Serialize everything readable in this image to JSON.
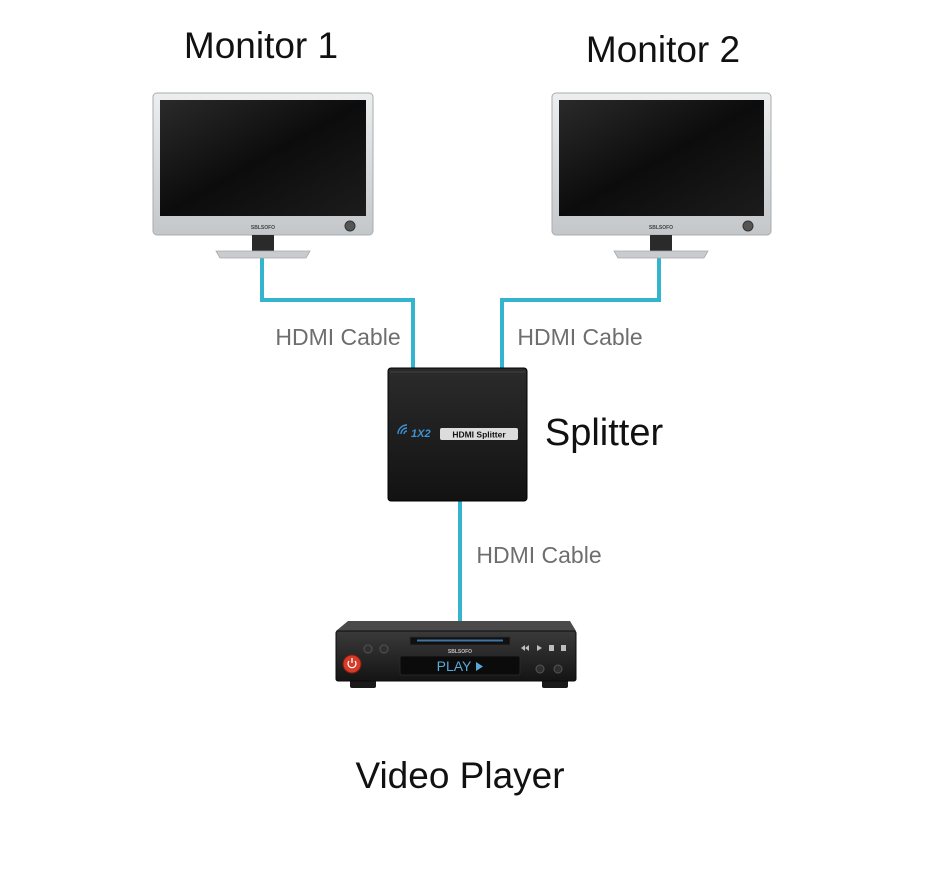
{
  "labels": {
    "monitor1": "Monitor 1",
    "monitor2": "Monitor 2",
    "splitter": "Splitter",
    "video_player": "Video Player"
  },
  "cables": {
    "left_top": "HDMI Cable",
    "right_top": "HDMI Cable",
    "bottom": "HDMI Cable"
  },
  "devices": {
    "monitor_brand": "SBLSOFO",
    "splitter_model": "1X2",
    "splitter_name": "HDMI Splitter",
    "player_brand": "SBLSOFO",
    "player_display": "PLAY"
  },
  "colors": {
    "cable": "#35b4cf",
    "monitor_frame": "#d4d6d8",
    "screen": "#111111",
    "splitter_body": "#1b1b1b",
    "player_body": "#232323",
    "player_display_text": "#5aa8d8",
    "power_button": "#d63b2a"
  }
}
